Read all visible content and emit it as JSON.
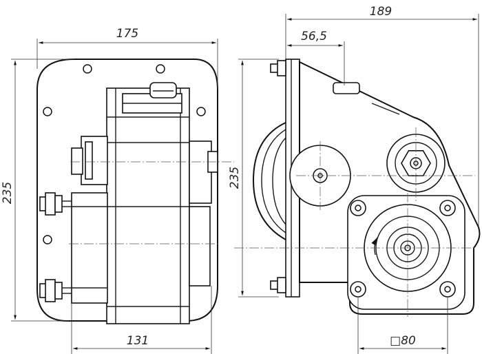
{
  "dimensions": {
    "front_width": "175",
    "front_height": "235",
    "front_bottom_width": "131",
    "side_width": "189",
    "side_offset": "56,5",
    "side_height": "235",
    "flange_square": "□80"
  }
}
